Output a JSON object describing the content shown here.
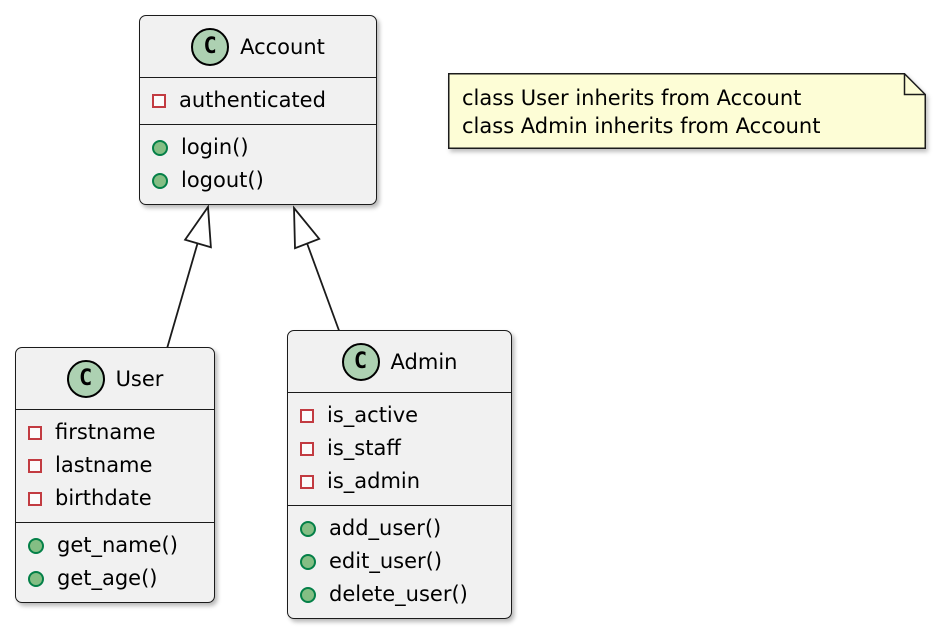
{
  "classes": [
    {
      "name": "Account",
      "icon_letter": "C",
      "fields": [
        "authenticated"
      ],
      "methods": [
        "login()",
        "logout()"
      ]
    },
    {
      "name": "User",
      "icon_letter": "C",
      "fields": [
        "firstname",
        "lastname",
        "birthdate"
      ],
      "methods": [
        "get_name()",
        "get_age()"
      ]
    },
    {
      "name": "Admin",
      "icon_letter": "C",
      "fields": [
        "is_active",
        "is_staff",
        "is_admin"
      ],
      "methods": [
        "add_user()",
        "edit_user()",
        "delete_user()"
      ]
    }
  ],
  "note": {
    "lines": [
      "class User inherits from Account",
      "class Admin inherits from Account"
    ]
  },
  "relations": [
    {
      "from": "User",
      "to": "Account",
      "type": "inheritance"
    },
    {
      "from": "Admin",
      "to": "Account",
      "type": "inheritance"
    }
  ],
  "colors": {
    "class_fill": "#f1f1f1",
    "class_border": "#1b1b1b",
    "class_icon_fill": "#ADD1B2",
    "note_fill": "#FDFDD6",
    "field_icon_border": "#C23B41",
    "method_icon_fill": "#84BE84",
    "method_icon_border": "#048048"
  }
}
